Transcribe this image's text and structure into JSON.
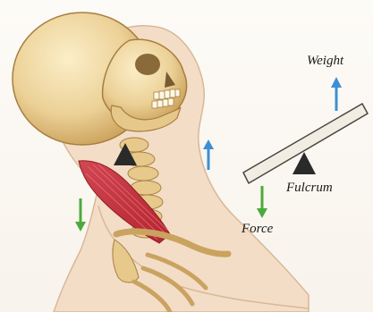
{
  "labels": {
    "weight": "Weight",
    "fulcrum": "Fulcrum",
    "force": "Force"
  },
  "colors": {
    "arrow_up": "#3c8fd6",
    "arrow_down": "#4caa3c",
    "fulcrum": "#2a2a2a",
    "muscle": "#c8323c",
    "bone": "#e7c98c",
    "skin": "#f3ddc7",
    "lever_fill": "#f1ede2",
    "lever_stroke": "#4a4540"
  },
  "icons": {
    "up_arrow": "arrow-up-icon",
    "down_arrow": "arrow-down-icon",
    "fulcrum": "triangle-icon"
  }
}
